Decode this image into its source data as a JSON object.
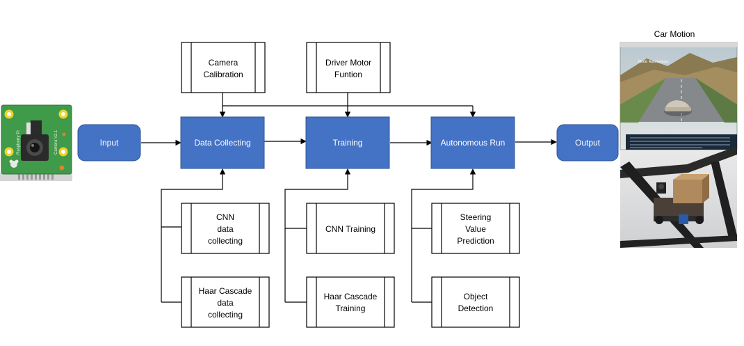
{
  "colors": {
    "process_fill": "#4472C4",
    "process_stroke": "#2F5597",
    "line": "#000000",
    "box_stroke": "#000000"
  },
  "nodes": {
    "input": "Input",
    "data_collecting": "Data Collecting",
    "training": "Training",
    "autonomous_run": "Autonomous Run",
    "output": "Output"
  },
  "modules": {
    "camera_calibration": [
      "Camera",
      "Calibration"
    ],
    "driver_motor": [
      "Driver Motor",
      "Funtion"
    ],
    "cnn_data_collecting": [
      "CNN",
      "data",
      "collecting"
    ],
    "haar_data_collecting": [
      "Haar Cascade",
      "data",
      "collecting"
    ],
    "cnn_training": [
      "CNN Training"
    ],
    "haar_training": [
      "Haar Cascade",
      "Training"
    ],
    "steering_prediction": [
      "Steering",
      "Value",
      "Prediction"
    ],
    "object_detection": [
      "Object",
      "Detection"
    ]
  },
  "camera_board": {
    "brand_text": "Raspberry Pi",
    "model_text": "Camera V2.1"
  },
  "car_motion": {
    "title": "Car Motion",
    "sim_overlay": "Mode: Autonomous"
  }
}
